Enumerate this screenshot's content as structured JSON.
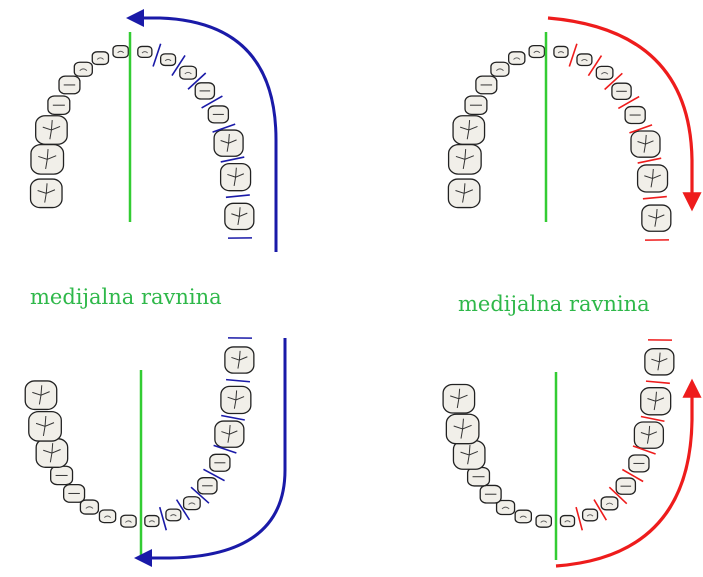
{
  "labels": {
    "left": "medijalna ravnina",
    "right": "medijalna ravnina"
  },
  "colors": {
    "median_line": "#33cc33",
    "left_arrow": "#1a1aa8",
    "right_arrow": "#ee1c1c",
    "label_text": "#2fb84a",
    "tooth_fill": "#f1efe9",
    "tooth_stroke": "#222222"
  },
  "diagram": {
    "arches": [
      {
        "side": "left",
        "jaw": "upper",
        "arrow": "blue",
        "direction": "toward-midline"
      },
      {
        "side": "left",
        "jaw": "lower",
        "arrow": "blue",
        "direction": "toward-midline"
      },
      {
        "side": "right",
        "jaw": "upper",
        "arrow": "red",
        "direction": "away-from-midline"
      },
      {
        "side": "right",
        "jaw": "lower",
        "arrow": "red",
        "direction": "away-from-midline"
      }
    ]
  }
}
